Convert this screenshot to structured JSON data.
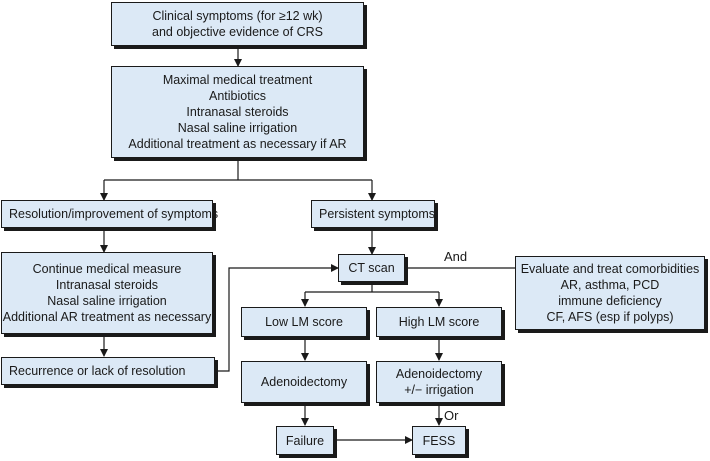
{
  "flowchart": {
    "colors": {
      "box_fill": "#dce9f6",
      "border": "#1a1a1a",
      "line": "#1a1a1a"
    },
    "start": {
      "line1": "Clinical symptoms (for ≥12 wk)",
      "line2": "and objective evidence of CRS"
    },
    "medical": {
      "lines": [
        "Maximal medical treatment",
        "Antibiotics",
        "Intranasal steroids",
        "Nasal saline irrigation",
        "Additional treatment as necessary if AR"
      ]
    },
    "resolution": "Resolution/improvement of symptoms",
    "persistent": "Persistent symptoms",
    "continue": {
      "lines": [
        "Continue medical measure",
        "Intranasal steroids",
        "Nasal saline irrigation",
        "Additional AR treatment as necessary"
      ]
    },
    "recurrence": "Recurrence or lack of resolution",
    "ct_scan": "CT scan",
    "and_label": "And",
    "comorbidities": {
      "lines": [
        "Evaluate and treat comorbidities",
        "AR, asthma, PCD",
        "immune deficiency",
        "CF, AFS (esp if polyps)"
      ]
    },
    "low_lm": "Low LM score",
    "high_lm": "High LM score",
    "adenoidectomy": "Adenoidectomy",
    "adenoidectomy_irrigation": {
      "line1": "Adenoidectomy",
      "line2": "+/− irrigation"
    },
    "or_label": "Or",
    "failure": "Failure",
    "fess": "FESS"
  }
}
